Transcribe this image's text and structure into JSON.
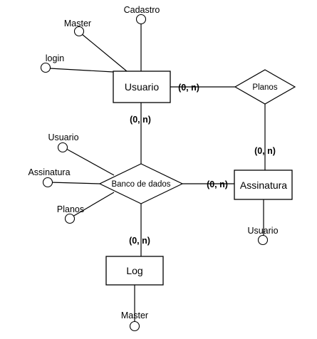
{
  "entities": {
    "usuario": "Usuario",
    "assinatura": "Assinatura",
    "log": "Log"
  },
  "relationships": {
    "planos": "Planos",
    "banco": "Banco de dados"
  },
  "attributes": {
    "cadastro": "Cadastro",
    "master_top": "Master",
    "login": "login",
    "usuario_left": "Usuario",
    "assinatura_left": "Assinatura",
    "planos_left": "Planos",
    "usuario_bottom": "Usuario",
    "master_bottom": "Master"
  },
  "cardinalities": {
    "usuario_planos": "(0, n)",
    "usuario_banco": "(0, n)",
    "planos_assinatura": "(0, n)",
    "banco_assinatura": "(0, n)",
    "banco_log": "(0, n)"
  }
}
